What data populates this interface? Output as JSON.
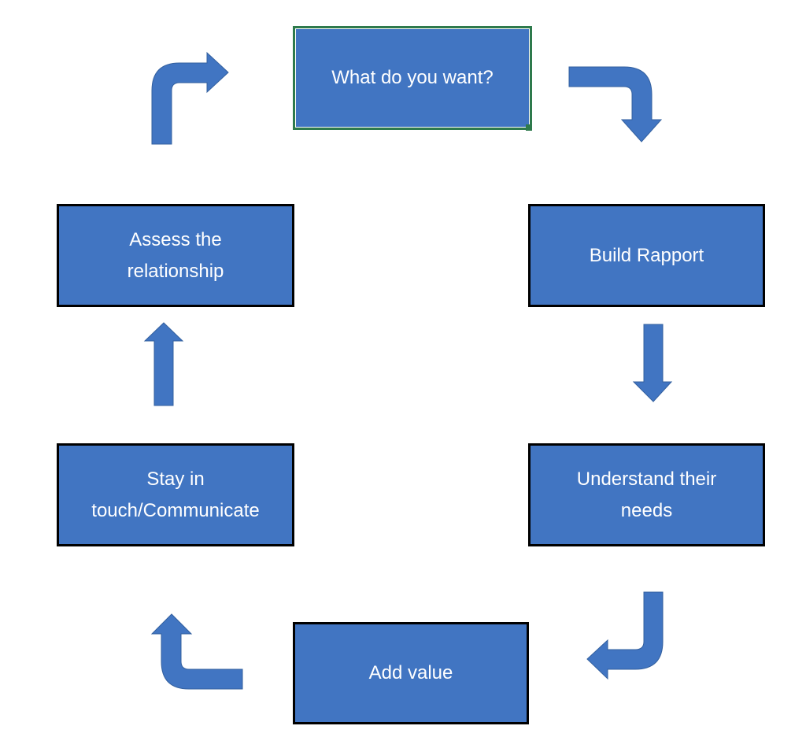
{
  "diagram": {
    "type": "cycle",
    "fill_color": "#4175c2",
    "selection_color": "#2e7a4c",
    "steps": [
      {
        "label": "What do you want?"
      },
      {
        "label": "Build Rapport"
      },
      {
        "label": "Understand their\nneeds"
      },
      {
        "label": "Add value"
      },
      {
        "label": "Stay in\ntouch/Communicate"
      },
      {
        "label": "Assess the\nrelationship"
      }
    ]
  }
}
